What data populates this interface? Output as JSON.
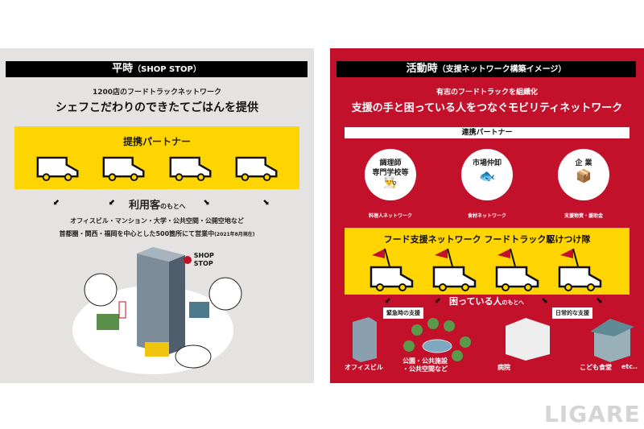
{
  "left": {
    "header_main": "平時",
    "header_sub": "（SHOP STOP）",
    "subtitle": "1200店のフードトラックネットワーク",
    "title": "シェフこだわりのできたてごはんを提供",
    "partner_label": "提携パートナー",
    "customers_main": "利用客",
    "customers_sub": "のもとへ",
    "line1": "オフィスビル・マンション・大学・公共空間・公開空地など",
    "line2_main": "首都圏・関西・福岡を中心とした500箇所にて営業中",
    "line2_note": "(2021年8月現在)",
    "logo_text": "SHOP STOP"
  },
  "right": {
    "header_main": "活動時",
    "header_sub": "（支援ネットワーク構築イメージ）",
    "subtitle": "有志のフードトラックを組織化",
    "title": "支援の手と困っている人をつなぐモビリティネットワーク",
    "partner_label": "連携パートナー",
    "partners": [
      {
        "name1": "調理師",
        "name2": "専門学校等",
        "network": "料理人ネットワーク"
      },
      {
        "name1": "市場仲卸",
        "name2": "",
        "network": "食材ネットワーク"
      },
      {
        "name1": "企 業",
        "name2": "",
        "network": "支援物資・援助金"
      }
    ],
    "network_title": "フード支援ネットワーク フードトラック駆けつけ隊",
    "target_main": "困っている人",
    "target_sub": "のもとへ",
    "tag_emergency": "緊急時の支援",
    "tag_daily": "日常的な支援",
    "destinations": [
      "オフィスビル",
      "公園・公共施設\n・公共空間など",
      "病院",
      "こども食堂",
      "etc.."
    ]
  },
  "watermark": "LIGARE",
  "colors": {
    "red": "#c3102b",
    "yellow": "#ffd500",
    "gray": "#e4e3e1"
  }
}
